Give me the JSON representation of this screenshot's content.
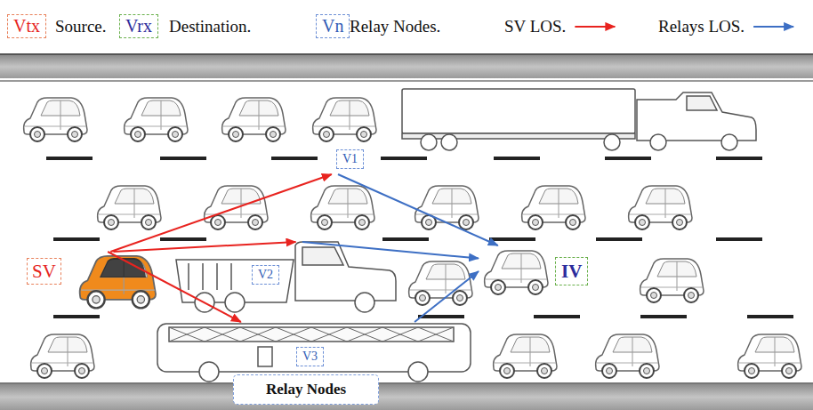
{
  "diagram": {
    "nodes": [
      {
        "text": [
          "Vtx"
        ]
      },
      {
        "text": [
          "Vrx"
        ]
      },
      {
        "text": [
          "Vn"
        ]
      },
      {
        "text": [
          "V1"
        ]
      },
      {
        "text": [
          "SV"
        ]
      },
      {
        "text": [
          "V2"
        ]
      },
      {
        "text": [
          "IV"
        ]
      },
      {
        "text": [
          "V3"
        ]
      },
      {
        "text": [
          "Relay Nodes"
        ]
      }
    ],
    "edges": [
      {
        "from": 4,
        "to": 3,
        "arrow": "to"
      },
      {
        "from": 4,
        "to": 5,
        "arrow": "to"
      },
      {
        "from": 4,
        "to": 7,
        "arrow": "to"
      },
      {
        "from": 3,
        "to": 6,
        "arrow": "to"
      },
      {
        "from": 5,
        "to": 6,
        "arrow": "to"
      },
      {
        "from": 7,
        "to": 6,
        "arrow": "to"
      }
    ],
    "legend": [
      {
        "text": "Source."
      },
      {
        "text": "Destination."
      },
      {
        "text": "Relay Nodes."
      },
      {
        "text": "SV LOS."
      },
      {
        "text": "Relays LOS."
      }
    ]
  }
}
